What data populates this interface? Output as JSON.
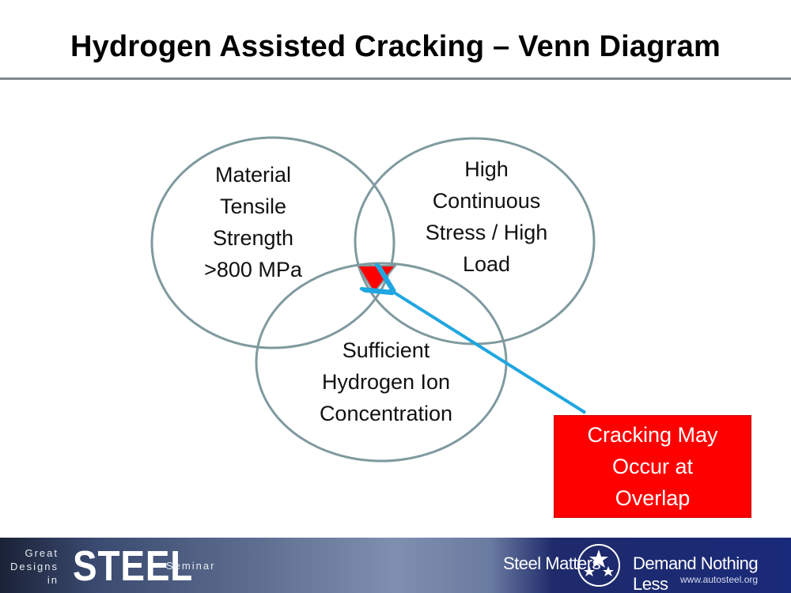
{
  "title": "Hydrogen Assisted Cracking – Venn Diagram",
  "circles": {
    "material": [
      "Material",
      "Tensile",
      "Strength",
      ">800 MPa"
    ],
    "stress": [
      "High",
      "Continuous",
      "Stress / High",
      "Load"
    ],
    "hydrogen": [
      "Sufficient",
      "Hydrogen Ion",
      "Concentration"
    ]
  },
  "callout": {
    "lines": [
      "Cracking May",
      "Occur at",
      "Overlap"
    ]
  },
  "colors": {
    "circle_stroke": "#7f9a9f",
    "overlap": "#ff0000",
    "arrow": "#1fa6e0",
    "callout_bg": "#ff0000"
  },
  "footer": {
    "great": "Great",
    "designs": "Designs",
    "in": "in",
    "steel": "STEEL",
    "seminar": "Seminar",
    "steel_matters": "Steel Matters",
    "demand": "Demand Nothing Less",
    "url": "www.autosteel.org"
  }
}
